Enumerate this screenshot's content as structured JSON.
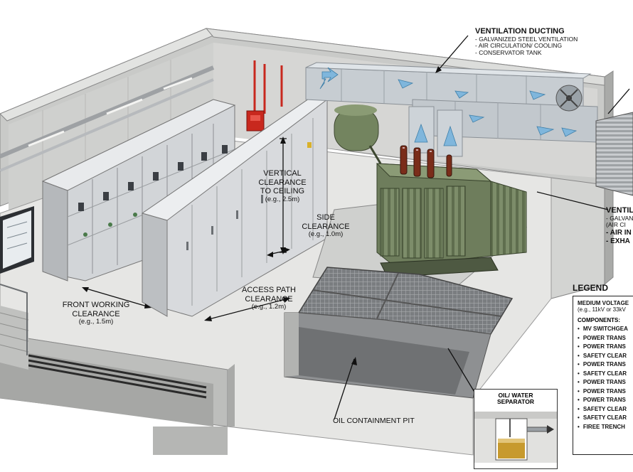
{
  "callouts": {
    "ventilation_ducting": {
      "title": "VENTILATION DUCTING",
      "lines": [
        "- GALVANIZED STEEL VENTILATION",
        "- AIR CIRCULATION/ COOLING",
        "- CONSERVATOR TANK"
      ]
    },
    "ventilation_right": {
      "title": "VENTIL",
      "lines": [
        "- GALVAN",
        "(AIR CI",
        "- AIR IN",
        "- EXHA"
      ]
    },
    "vertical_clearance": {
      "lines": [
        "VERTICAL",
        "CLEARANCE",
        "TO CEILING",
        "(e.g., 2.5m)"
      ]
    },
    "side_clearance": {
      "lines": [
        "SIDE",
        "CLEARANCE",
        "(e.g., 1.0m)"
      ]
    },
    "front_working_clearance": {
      "lines": [
        "FRONT WORKING",
        "CLEARANCE",
        "(e.g., 1.5m)"
      ]
    },
    "access_path_clearance": {
      "lines": [
        "ACCESS PATH",
        "CLEARANCE",
        "(e.g., 1.2m)"
      ]
    },
    "oil_containment_pit": {
      "label": "OIL CONTAINMENT PIT"
    },
    "oil_water_separator": {
      "lines": [
        "OIL/ WATER",
        "SEPARATOR"
      ]
    }
  },
  "legend": {
    "title": "LEGEND",
    "voltage_line1": "MEDIUM VOLTAGE",
    "voltage_line2": "(e.g., 11kV or 33kV",
    "components_header": "COMPONENTS:",
    "items": [
      "MV SWITCHGEA",
      "POWER TRANS",
      "POWER TRANS",
      "SAFETY CLEAR",
      "POWER TRANS",
      "SAFETY CLEAR",
      "POWER TRANS",
      "POWER TRANS",
      "POWER TRANS",
      "SAFETY CLEAR",
      "SAFETY CLEAR",
      "FIREE TRENCH"
    ]
  },
  "colors": {
    "wall": "#c9cac8",
    "wall_dark": "#a9aaa8",
    "floor": "#e6e6e4",
    "switchgear": "#c4c7ca",
    "transformer": "#6e7d5c",
    "duct": "#c7cdd2",
    "arrow": "#7fb6dc",
    "fire_red": "#c8281e"
  }
}
